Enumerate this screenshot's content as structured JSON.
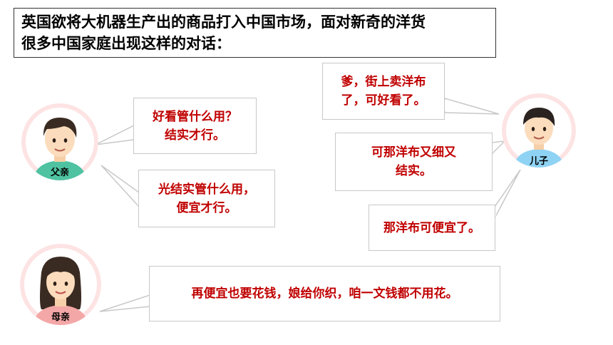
{
  "title": {
    "line1": "英国欲将大机器生产出的商品打入中国市场，面对新奇的洋货",
    "line2": "很多中国家庭出现这样的对话："
  },
  "characters": {
    "father": "父亲",
    "son": "儿子",
    "mother": "母亲"
  },
  "dialogues": {
    "father_1": [
      "好看管什么用？",
      "结实才行。"
    ],
    "father_2": [
      "光结实管什么用，",
      "便宜才行。"
    ],
    "son_1": [
      "爹，街上卖洋布",
      "了，可好看了。"
    ],
    "son_2": [
      "可那洋布又细又",
      "结实。"
    ],
    "son_3": [
      "那洋布可便宜了。"
    ],
    "mother_1": [
      "再便宜也要花钱，娘给你织，咱一文钱都不用花。"
    ]
  },
  "colors": {
    "speech_text": "#c00000",
    "bubble_border": "#c8c8c8",
    "father_shirt": "#4fc3a1",
    "son_shirt": "#8fd3f4",
    "mother_shirt": "#f4a7a7"
  }
}
